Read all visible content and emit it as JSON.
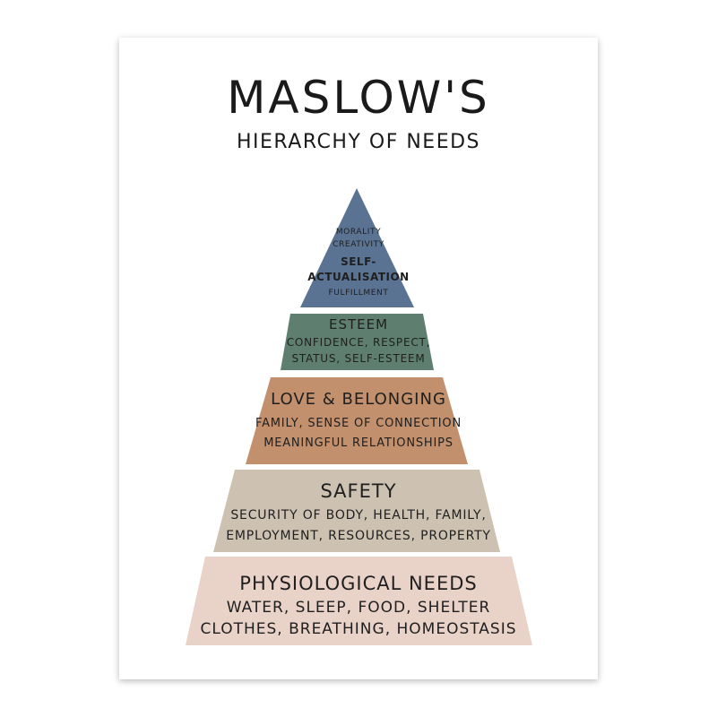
{
  "title": "MASLOW'S",
  "subtitle": "HIERARCHY OF NEEDS",
  "colors": {
    "self_actualisation": "#5b7392",
    "esteem": "#5e7f6f",
    "love_belonging": "#c2906c",
    "safety": "#cdc2b2",
    "physiological": "#e9d3c8"
  },
  "tiers": {
    "self_actualisation": {
      "above": [
        "MORALITY",
        "CREATIVITY"
      ],
      "title_line1": "SELF-",
      "title_line2": "ACTUALISATION",
      "below": "FULFILLMENT"
    },
    "esteem": {
      "title": "ESTEEM",
      "line1": "CONFIDENCE, RESPECT,",
      "line2": "STATUS, SELF-ESTEEM"
    },
    "love_belonging": {
      "title": "LOVE & BELONGING",
      "line1": "FAMILY, SENSE OF CONNECTION",
      "line2": "MEANINGFUL RELATIONSHIPS"
    },
    "safety": {
      "title": "SAFETY",
      "line1": "SECURITY OF BODY, HEALTH, FAMILY,",
      "line2": "EMPLOYMENT, RESOURCES, PROPERTY"
    },
    "physiological": {
      "title": "PHYSIOLOGICAL NEEDS",
      "line1": "WATER, SLEEP, FOOD, SHELTER",
      "line2": "CLOTHES, BREATHING, HOMEOSTASIS"
    }
  }
}
